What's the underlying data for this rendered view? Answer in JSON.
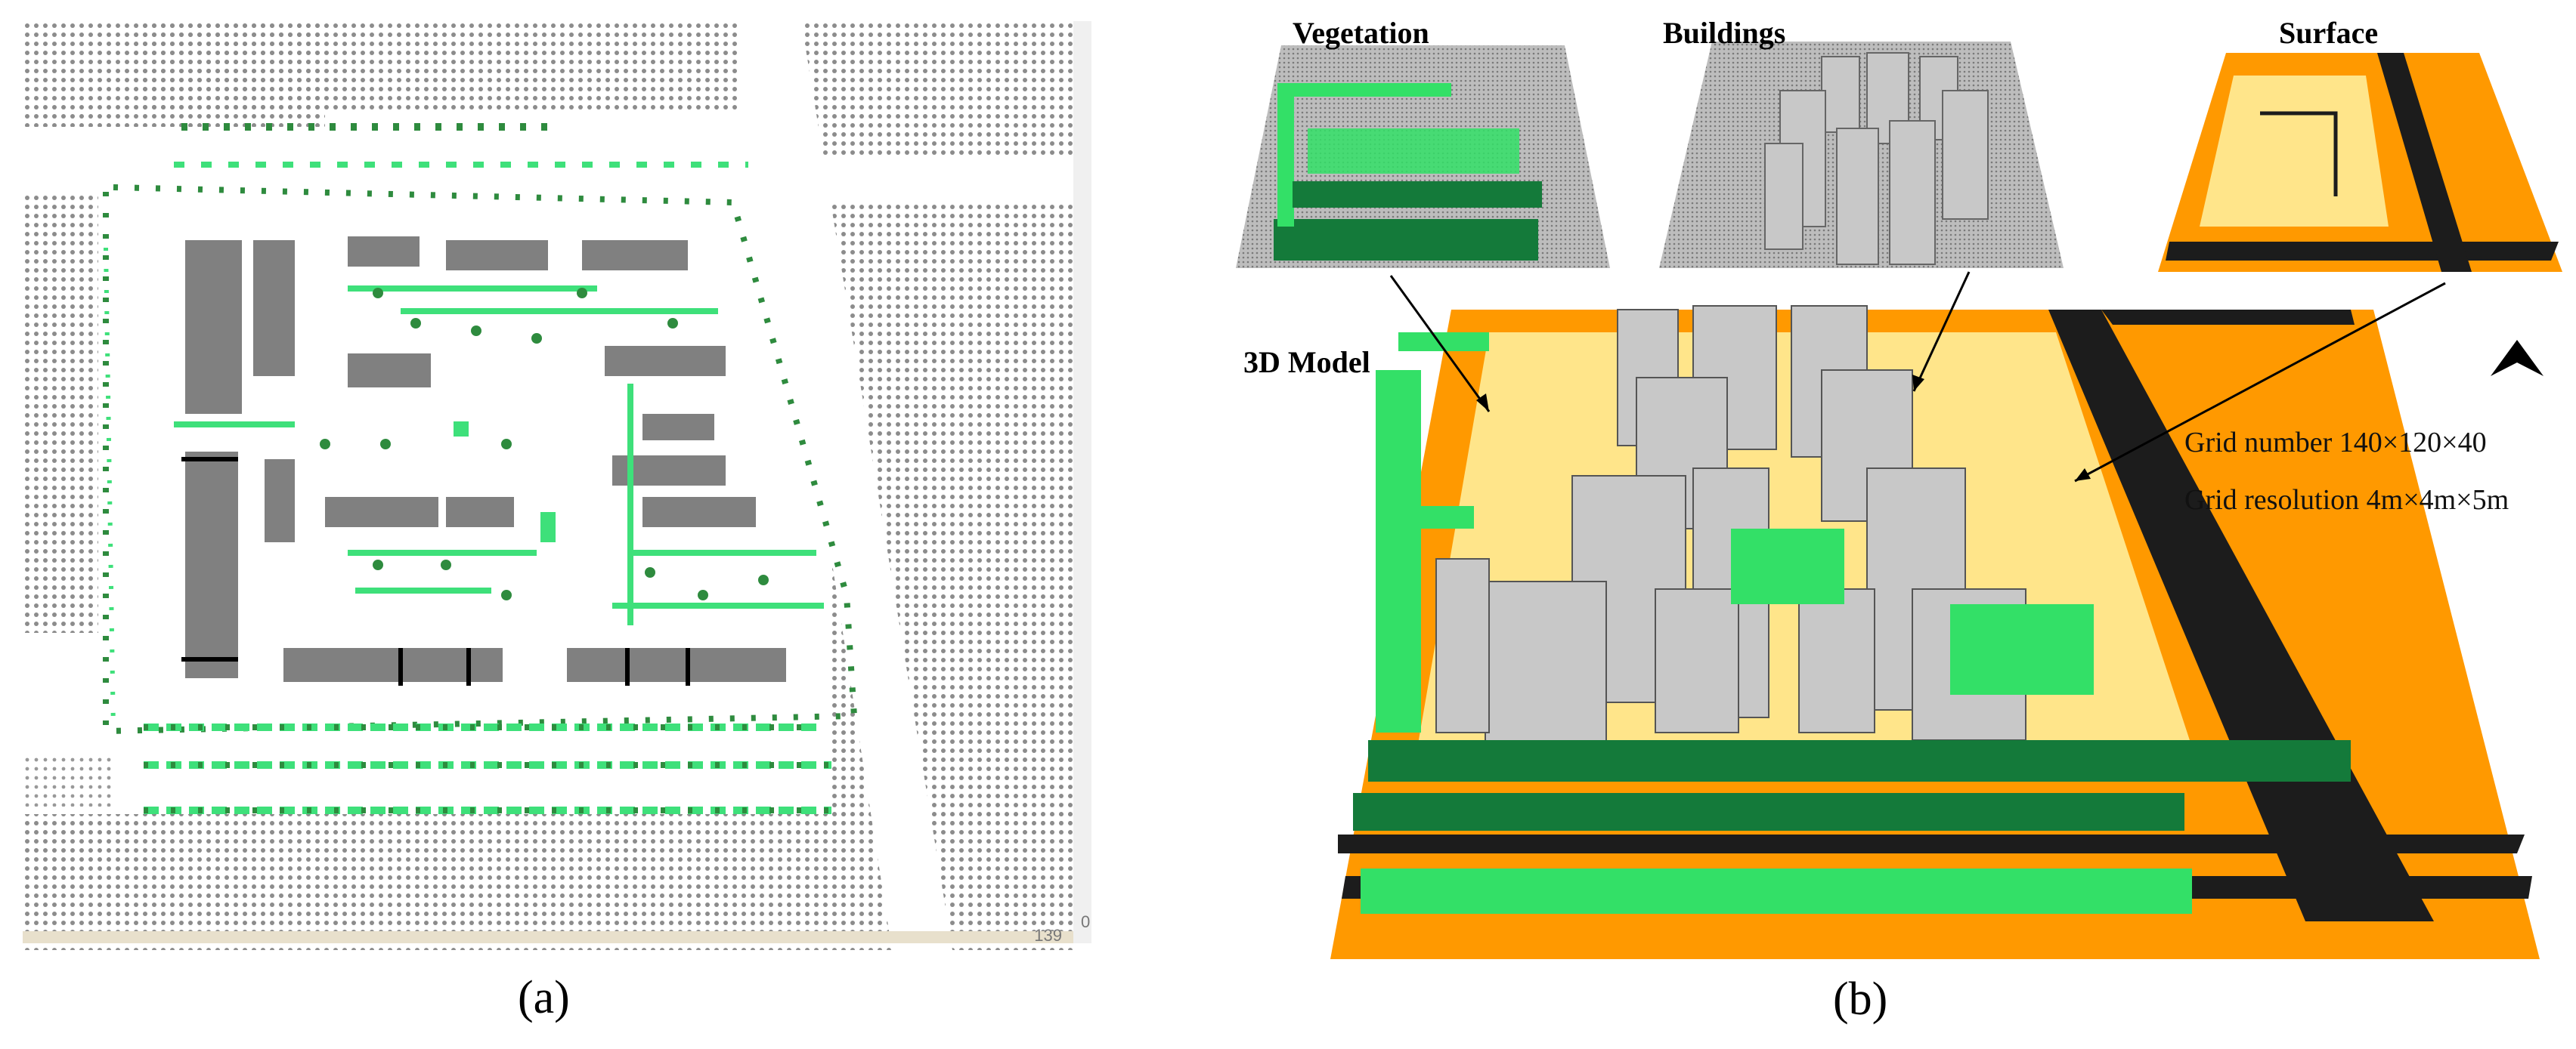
{
  "panel_a": {
    "label": "(a)",
    "axis_labels": {
      "bottom_right": "139",
      "right_bottom": "0"
    },
    "colors": {
      "background_dots": "#8c8c8c",
      "building": "#808080",
      "tree": "#2e8b3e",
      "grass": "#3ee07a"
    }
  },
  "panel_b": {
    "label": "(b)",
    "insets": [
      {
        "title": "Vegetation"
      },
      {
        "title": "Buildings"
      },
      {
        "title": "Surface"
      }
    ],
    "model_label": "3D Model",
    "grid_number": "Grid number 140×120×40",
    "grid_resolution": "Grid resolution 4m×4m×5m",
    "north_icon": "north-arrow-icon",
    "colors": {
      "ground": "#ff9900",
      "road": "#1c1c1c",
      "pavement": "#ffe58a",
      "building": "#c8c8c8",
      "tree_light": "#33e067",
      "tree_dark": "#147a3a"
    }
  }
}
